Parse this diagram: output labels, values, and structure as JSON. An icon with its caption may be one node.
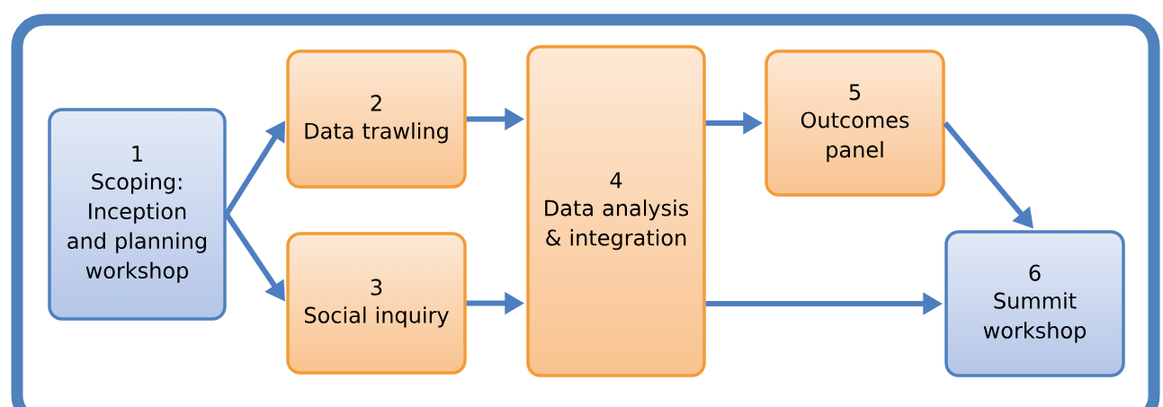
{
  "diagram": {
    "nodes": [
      {
        "text": [
          "1",
          "Scoping: Inception and planning workshop"
        ]
      },
      {
        "text": [
          "2",
          "Data trawling"
        ]
      },
      {
        "text": [
          "3",
          "Social inquiry"
        ]
      },
      {
        "text": [
          "4",
          "Data analysis & integration"
        ]
      },
      {
        "text": [
          "5",
          "Outcomes panel"
        ]
      },
      {
        "text": [
          "6",
          "Summit workshop"
        ]
      }
    ],
    "edges": [
      {
        "from": 0,
        "to": 1,
        "arrow": "to"
      },
      {
        "from": 0,
        "to": 2,
        "arrow": "to"
      },
      {
        "from": 1,
        "to": 3,
        "arrow": "to"
      },
      {
        "from": 2,
        "to": 3,
        "arrow": "to"
      },
      {
        "from": 3,
        "to": 4,
        "arrow": "to"
      },
      {
        "from": 3,
        "to": 5,
        "arrow": "to"
      },
      {
        "from": 4,
        "to": 5,
        "arrow": "to"
      }
    ]
  }
}
